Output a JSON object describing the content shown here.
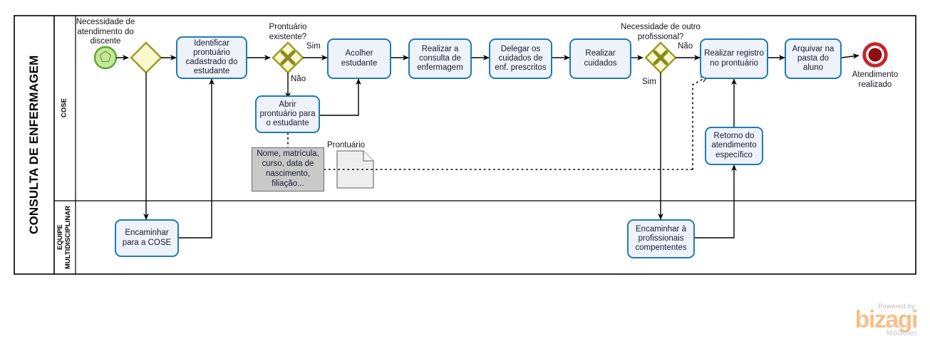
{
  "pool": {
    "title": "CONSULTA DE ENFERMAGEM",
    "lanes": [
      {
        "name": "COSE"
      },
      {
        "name": "EQUIPE MULTIDISCIPLINAR"
      }
    ]
  },
  "events": [
    {
      "id": "start",
      "type": "start-event",
      "label": "Necessidade de atendimento do discente"
    },
    {
      "id": "end",
      "type": "end-event",
      "label": "Atendimento realizado"
    }
  ],
  "gateways": [
    {
      "id": "gw-plain",
      "type": "parallel-gateway",
      "label": ""
    },
    {
      "id": "gw-prontuario",
      "type": "exclusive-gateway",
      "label": "Prontuário existente?"
    },
    {
      "id": "gw-profissional",
      "type": "exclusive-gateway",
      "label": "Necessidade de outro profissional?"
    }
  ],
  "tasks": [
    {
      "id": "t-identificar",
      "label": "Identificar prontuário cadastrado do estudante"
    },
    {
      "id": "t-acolher",
      "label": "Acolher estudante"
    },
    {
      "id": "t-consulta",
      "label": "Realizar a consulta de enfermagem"
    },
    {
      "id": "t-delegar",
      "label": "Delegar os cuidados de enf. prescritos"
    },
    {
      "id": "t-cuidados",
      "label": "Realizar cuidados"
    },
    {
      "id": "t-registro",
      "label": "Realizar registro no prontuário"
    },
    {
      "id": "t-arquivar",
      "label": "Arquivar na pasta do aluno"
    },
    {
      "id": "t-abrir",
      "label": "Abrir prontuário para o estudante"
    },
    {
      "id": "t-retorno",
      "label": "Retorno do atendimento específico"
    },
    {
      "id": "t-encaminhar-cose",
      "label": "Encaminhar para a COSE"
    },
    {
      "id": "t-encaminhar-prof",
      "label": "Encaminhar à profissionais compententes"
    }
  ],
  "artifacts": [
    {
      "id": "a-annotation",
      "type": "text-annotation",
      "label": "Nome, matrícula, curso, data de nascimento, filiação..."
    },
    {
      "id": "a-dataobject",
      "type": "data-object",
      "label": "Prontuário"
    }
  ],
  "flow_labels": {
    "sim_prontuario": "Sim",
    "nao_prontuario": "Não",
    "nao_profissional": "Não",
    "sim_profissional": "Sim"
  },
  "branding": {
    "powered_by": "Powered by",
    "product": "bizagi",
    "edition": "Modeler"
  },
  "colors": {
    "task_fill": "#eef2fb",
    "task_border": "#1f7bb6",
    "gateway_fill": "#fbf8cf",
    "gateway_border": "#9a9a28",
    "start_fill": "#c6e79a",
    "start_border": "#5aa82e",
    "end_fill": "#8e0f12",
    "end_border": "#c0292c",
    "annotation_fill": "#c9c9c9",
    "brand": "#f7c08a"
  }
}
